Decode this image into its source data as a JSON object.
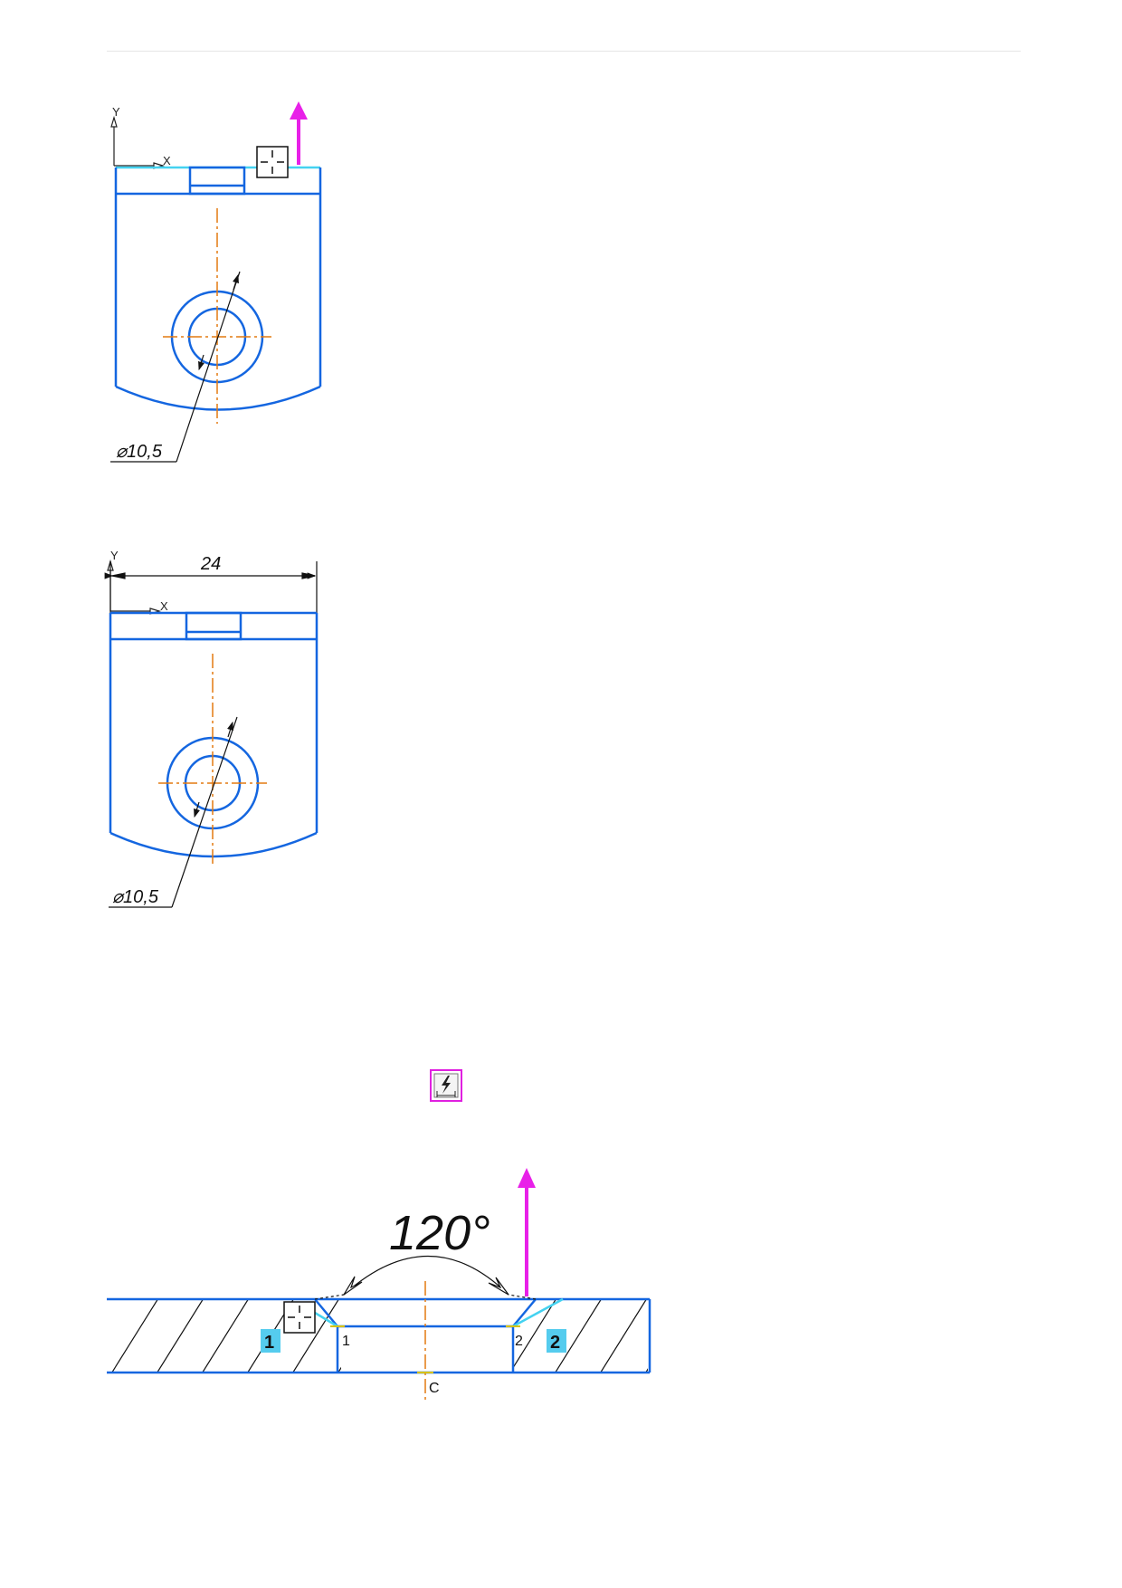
{
  "colors": {
    "contour": "#1466e0",
    "axis": "#e37a10",
    "highlight": "#44d2f0",
    "arrow": "#e820e8",
    "dimension": "#111111",
    "hatch": "#111111",
    "label_bg": "#55ccee"
  },
  "drawing1": {
    "axis_y": "Y",
    "axis_x": "X",
    "hole_dim": "⌀10,5",
    "icons": [
      "origin-marker-icon",
      "direction-arrow-icon"
    ]
  },
  "drawing2": {
    "axis_y": "Y",
    "axis_x": "X",
    "width_dim": "24",
    "hole_dim": "⌀10,5"
  },
  "toolbar": {
    "icon": "dimension-tool-icon"
  },
  "drawing3": {
    "angle_dim": "120°",
    "point_1": "1",
    "point_2": "2",
    "point_c": "C",
    "label_1": "1",
    "label_2": "2",
    "icons": [
      "origin-marker-icon",
      "direction-arrow-icon"
    ]
  }
}
